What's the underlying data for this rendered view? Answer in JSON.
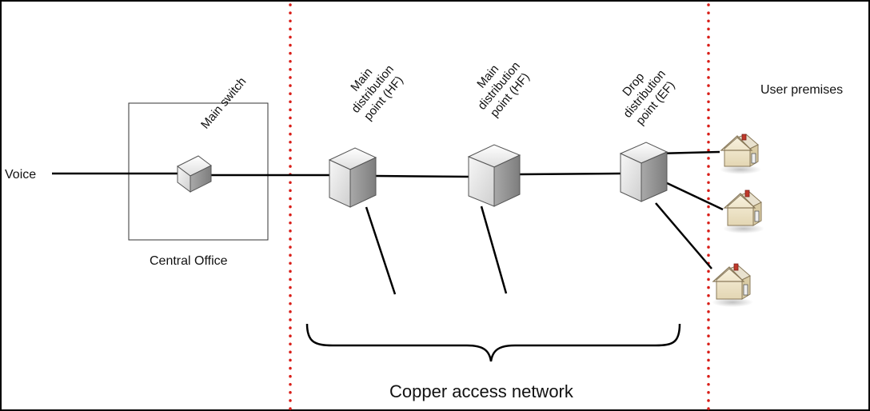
{
  "labels": {
    "voice": "Voice",
    "main_switch": "Main switch",
    "central_office": "Central Office",
    "hf1": [
      "Main",
      "distribution",
      "point (HF)"
    ],
    "hf2": [
      "Main",
      "distribution",
      "point (HF)"
    ],
    "ef": [
      "Drop",
      "distribution",
      "point (EF)"
    ],
    "user_premises": "User premises",
    "copper_access_network": "Copper access network"
  },
  "colors": {
    "line": "#000000",
    "boundary_dots": "#d91e18",
    "house_wall": "#f1e8cf",
    "house_roof": "#ece6d6",
    "box_face": "#e8e8e8"
  },
  "icons": [
    "switch-icon",
    "distribution-box-icon",
    "house-icon"
  ]
}
